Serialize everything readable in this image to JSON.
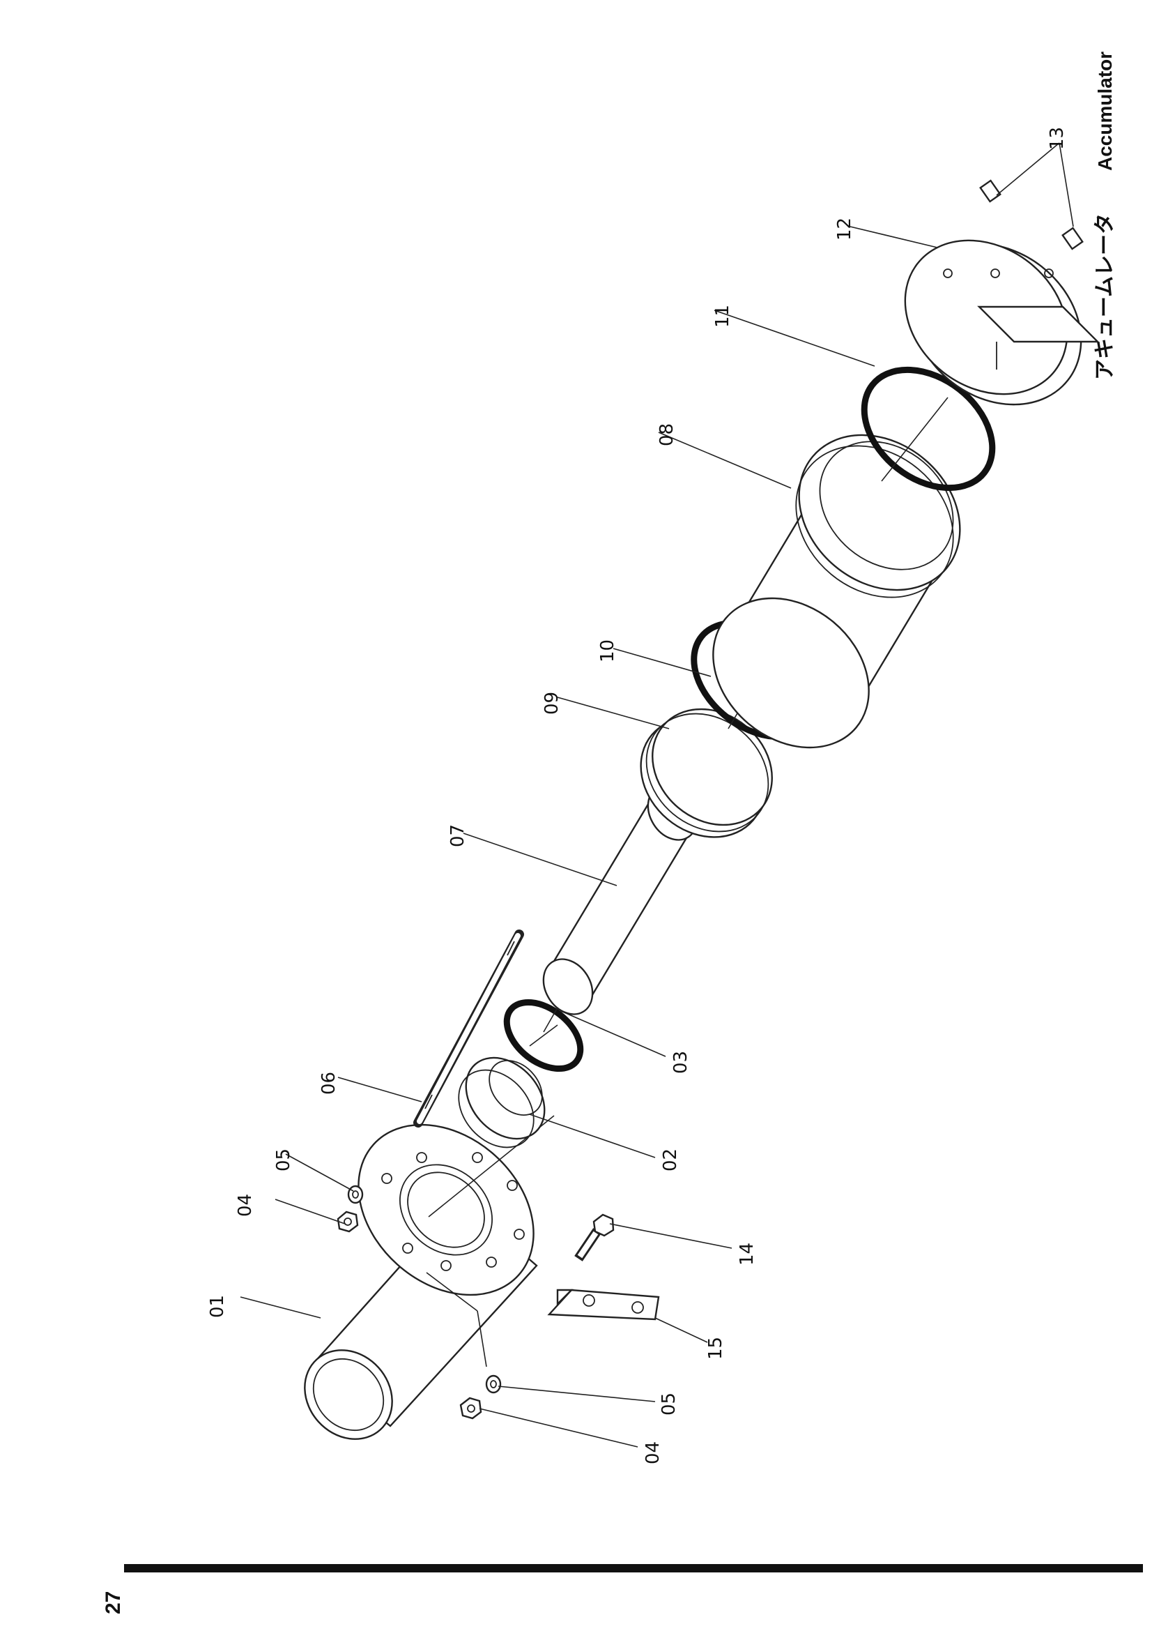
{
  "header": {
    "title_jp": "アキュームレータ",
    "title_en": "Accumulator"
  },
  "footer": {
    "page_number": "27"
  },
  "callouts": {
    "p01": "01",
    "p02": "02",
    "p03": "03",
    "p04a": "04",
    "p04b": "04",
    "p05a": "05",
    "p05b": "05",
    "p06": "06",
    "p07": "07",
    "p08": "08",
    "p09": "09",
    "p10": "10",
    "p11": "11",
    "p12": "12",
    "p13": "13",
    "p14": "14",
    "p15": "15"
  }
}
